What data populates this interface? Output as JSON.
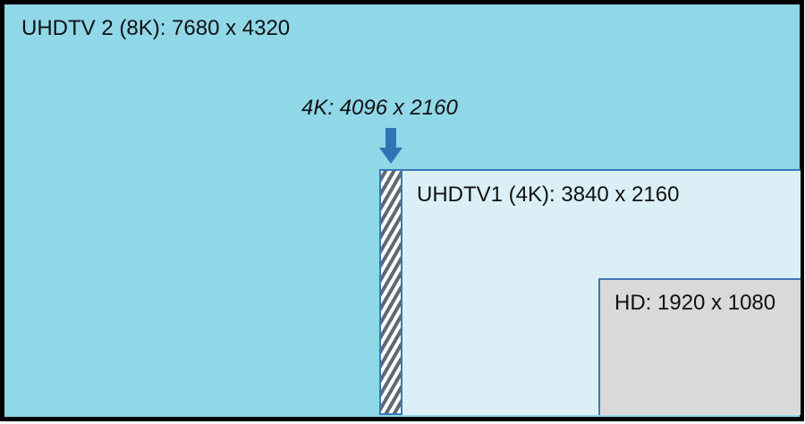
{
  "labels": {
    "uhdtv2": "UHDTV 2 (8K): 7680 x 4320",
    "cinema_4k": "4K: 4096 x 2160",
    "uhdtv1": "UHDTV1 (4K): 3840 x 2160",
    "hd": "HD: 1920 x 1080"
  },
  "icons": {
    "pointer": "down-arrow-icon",
    "cinema_strip": "hatched-stripe"
  },
  "colors": {
    "uhdtv2_fill": "#90d7e8",
    "uhdtv1_fill": "#daf0f6",
    "hd_fill": "#d9d9d9",
    "outline": "#3b78b7",
    "arrow": "#2f75b5",
    "frame": "#000000"
  }
}
